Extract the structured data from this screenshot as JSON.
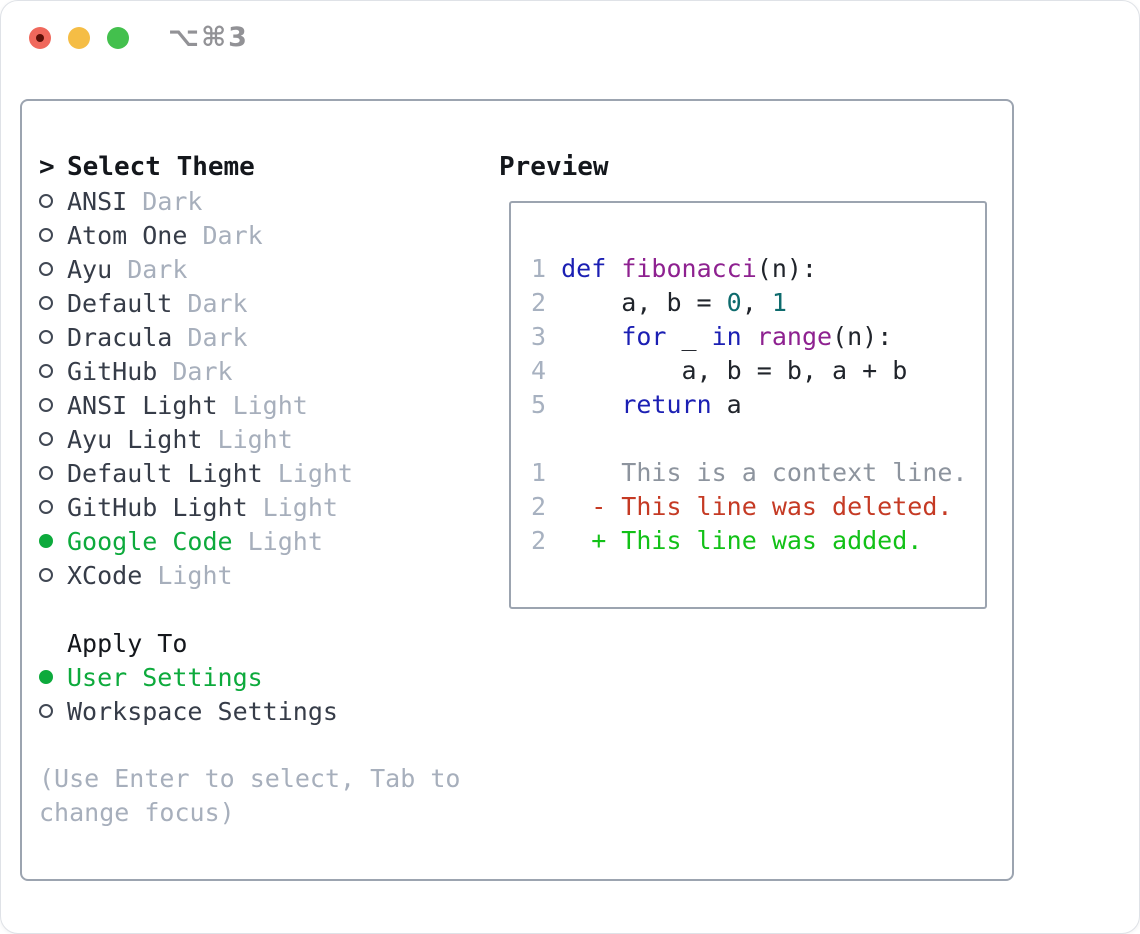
{
  "titlebar": {
    "shortcut": "⌥⌘3"
  },
  "theme_select": {
    "cursor": ">",
    "title": "Select Theme",
    "themes": [
      {
        "name": "ANSI",
        "variant": "Dark",
        "selected": false
      },
      {
        "name": "Atom One",
        "variant": "Dark",
        "selected": false
      },
      {
        "name": "Ayu",
        "variant": "Dark",
        "selected": false
      },
      {
        "name": "Default",
        "variant": "Dark",
        "selected": false
      },
      {
        "name": "Dracula",
        "variant": "Dark",
        "selected": false
      },
      {
        "name": "GitHub",
        "variant": "Dark",
        "selected": false
      },
      {
        "name": "ANSI Light",
        "variant": "Light",
        "selected": false
      },
      {
        "name": "Ayu Light",
        "variant": "Light",
        "selected": false
      },
      {
        "name": "Default Light",
        "variant": "Light",
        "selected": false
      },
      {
        "name": "GitHub Light",
        "variant": "Light",
        "selected": false
      },
      {
        "name": "Google Code",
        "variant": "Light",
        "selected": true
      },
      {
        "name": "XCode",
        "variant": "Light",
        "selected": false
      }
    ]
  },
  "apply_to": {
    "title": "Apply To",
    "options": [
      {
        "label": "User Settings",
        "selected": true
      },
      {
        "label": "Workspace Settings",
        "selected": false
      }
    ]
  },
  "hint": {
    "line1": "(Use Enter to select, Tab to",
    "line2": "change focus)"
  },
  "preview": {
    "title": "Preview",
    "lines": [
      {
        "num": "1",
        "tokens": [
          {
            "text": "def",
            "style": "kwd"
          },
          {
            "text": " ",
            "style": "pln"
          },
          {
            "text": "fibonacci",
            "style": "typ"
          },
          {
            "text": "(n):",
            "style": "pln"
          }
        ]
      },
      {
        "num": "2",
        "tokens": [
          {
            "text": "    a, b = ",
            "style": "pln"
          },
          {
            "text": "0",
            "style": "lit"
          },
          {
            "text": ", ",
            "style": "pln"
          },
          {
            "text": "1",
            "style": "lit"
          }
        ]
      },
      {
        "num": "3",
        "tokens": [
          {
            "text": "    ",
            "style": "pln"
          },
          {
            "text": "for",
            "style": "kwd"
          },
          {
            "text": " _ ",
            "style": "pln"
          },
          {
            "text": "in",
            "style": "kwd"
          },
          {
            "text": " ",
            "style": "pln"
          },
          {
            "text": "range",
            "style": "typ"
          },
          {
            "text": "(n):",
            "style": "pln"
          }
        ]
      },
      {
        "num": "4",
        "tokens": [
          {
            "text": "        a, b = b, a + b",
            "style": "pln"
          }
        ]
      },
      {
        "num": "5",
        "tokens": [
          {
            "text": "    ",
            "style": "pln"
          },
          {
            "text": "return",
            "style": "kwd"
          },
          {
            "text": " a",
            "style": "pln"
          }
        ]
      },
      {
        "num": "",
        "tokens": []
      },
      {
        "num": "1",
        "tokens": [
          {
            "text": "    This is a context line.",
            "style": "ctx"
          }
        ]
      },
      {
        "num": "2",
        "tokens": [
          {
            "text": "  ",
            "style": "pln"
          },
          {
            "text": "- This line was deleted.",
            "style": "del"
          }
        ]
      },
      {
        "num": "2",
        "tokens": [
          {
            "text": "  ",
            "style": "pln"
          },
          {
            "text": "+ This line was added.",
            "style": "add"
          }
        ]
      }
    ]
  },
  "colors": {
    "accent_green": "#0daa3c",
    "code_keyword": "#1b1fb3",
    "code_function": "#8e2190",
    "code_literal": "#0e6b6d",
    "code_plain": "#20242b",
    "diff_context": "#8d949e",
    "diff_deleted": "#c53a24",
    "diff_added": "#12c117",
    "line_number": "#a7b1c0",
    "muted_text": "#a7afbc",
    "item_text": "#363c48",
    "border": "#9ca4b0",
    "traffic_red": "#f0685c",
    "traffic_yellow": "#f5bd45",
    "traffic_green": "#43c04d"
  }
}
